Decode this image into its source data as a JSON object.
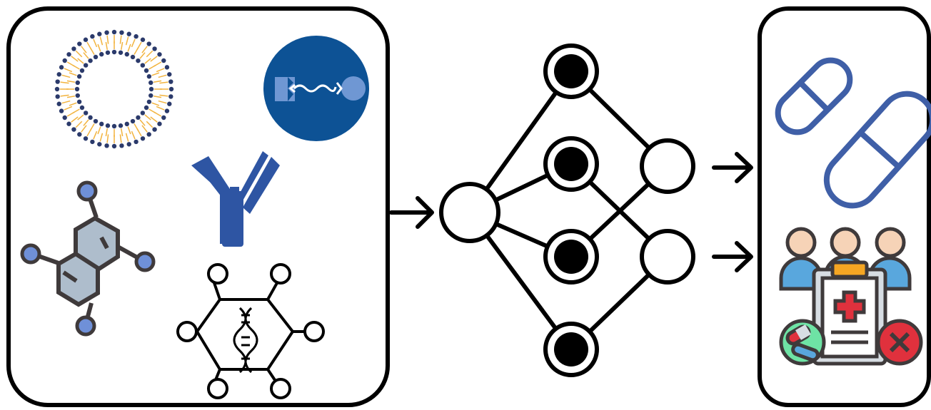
{
  "diagram": {
    "input_panel": {
      "icons": [
        "liposome-icon",
        "protac-icon",
        "antibody-icon",
        "small-molecule-icon",
        "nucleic-acid-icon"
      ]
    },
    "network": {
      "input_nodes": 1,
      "hidden_nodes": 4,
      "output_nodes": 2
    },
    "output_panel": {
      "icons": [
        "drug-capsules-icon",
        "clinical-trial-icon"
      ]
    },
    "colors": {
      "stroke": "#000000",
      "blue": "#2e55a3",
      "dark_blue": "#0d5295",
      "node_fill": "#000000",
      "liposome_head": "#2b3a6b",
      "liposome_tail": "#f2b33d",
      "molecule_fill": "#aebdcc",
      "molecule_stroke": "#3f3a3b",
      "atom_fill": "#6f90d8",
      "clinic_red": "#e0313d",
      "clinic_green": "#6ee3a5",
      "skin": "#f6d3b7",
      "person_blue": "#59a7dd"
    }
  }
}
